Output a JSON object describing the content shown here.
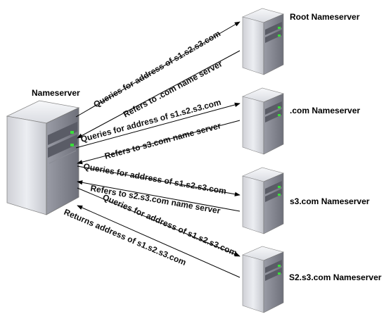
{
  "servers": {
    "local": {
      "label": "Nameserver"
    },
    "root": {
      "label": "Root Nameserver"
    },
    "com": {
      "label": ".com Nameserver"
    },
    "s3": {
      "label": "s3.com Nameserver"
    },
    "s2": {
      "label": "S2.s3.com Nameserver"
    }
  },
  "messages": {
    "q_root": "Queries for address of s1.s2.s3.com",
    "r_root": "Refers to .com name server",
    "q_com": "Queries for address of s1.s2.s3.com",
    "r_com": "Refers to s3.com name server",
    "q_s3": "Queries for address of s1.s2.s3.com",
    "r_s3": "Refers to s2.s3.com name server",
    "q_s2": "Queries for address of s1.s2.s3.com",
    "r_s2": "Returns address of s1.s2.s3.com"
  }
}
